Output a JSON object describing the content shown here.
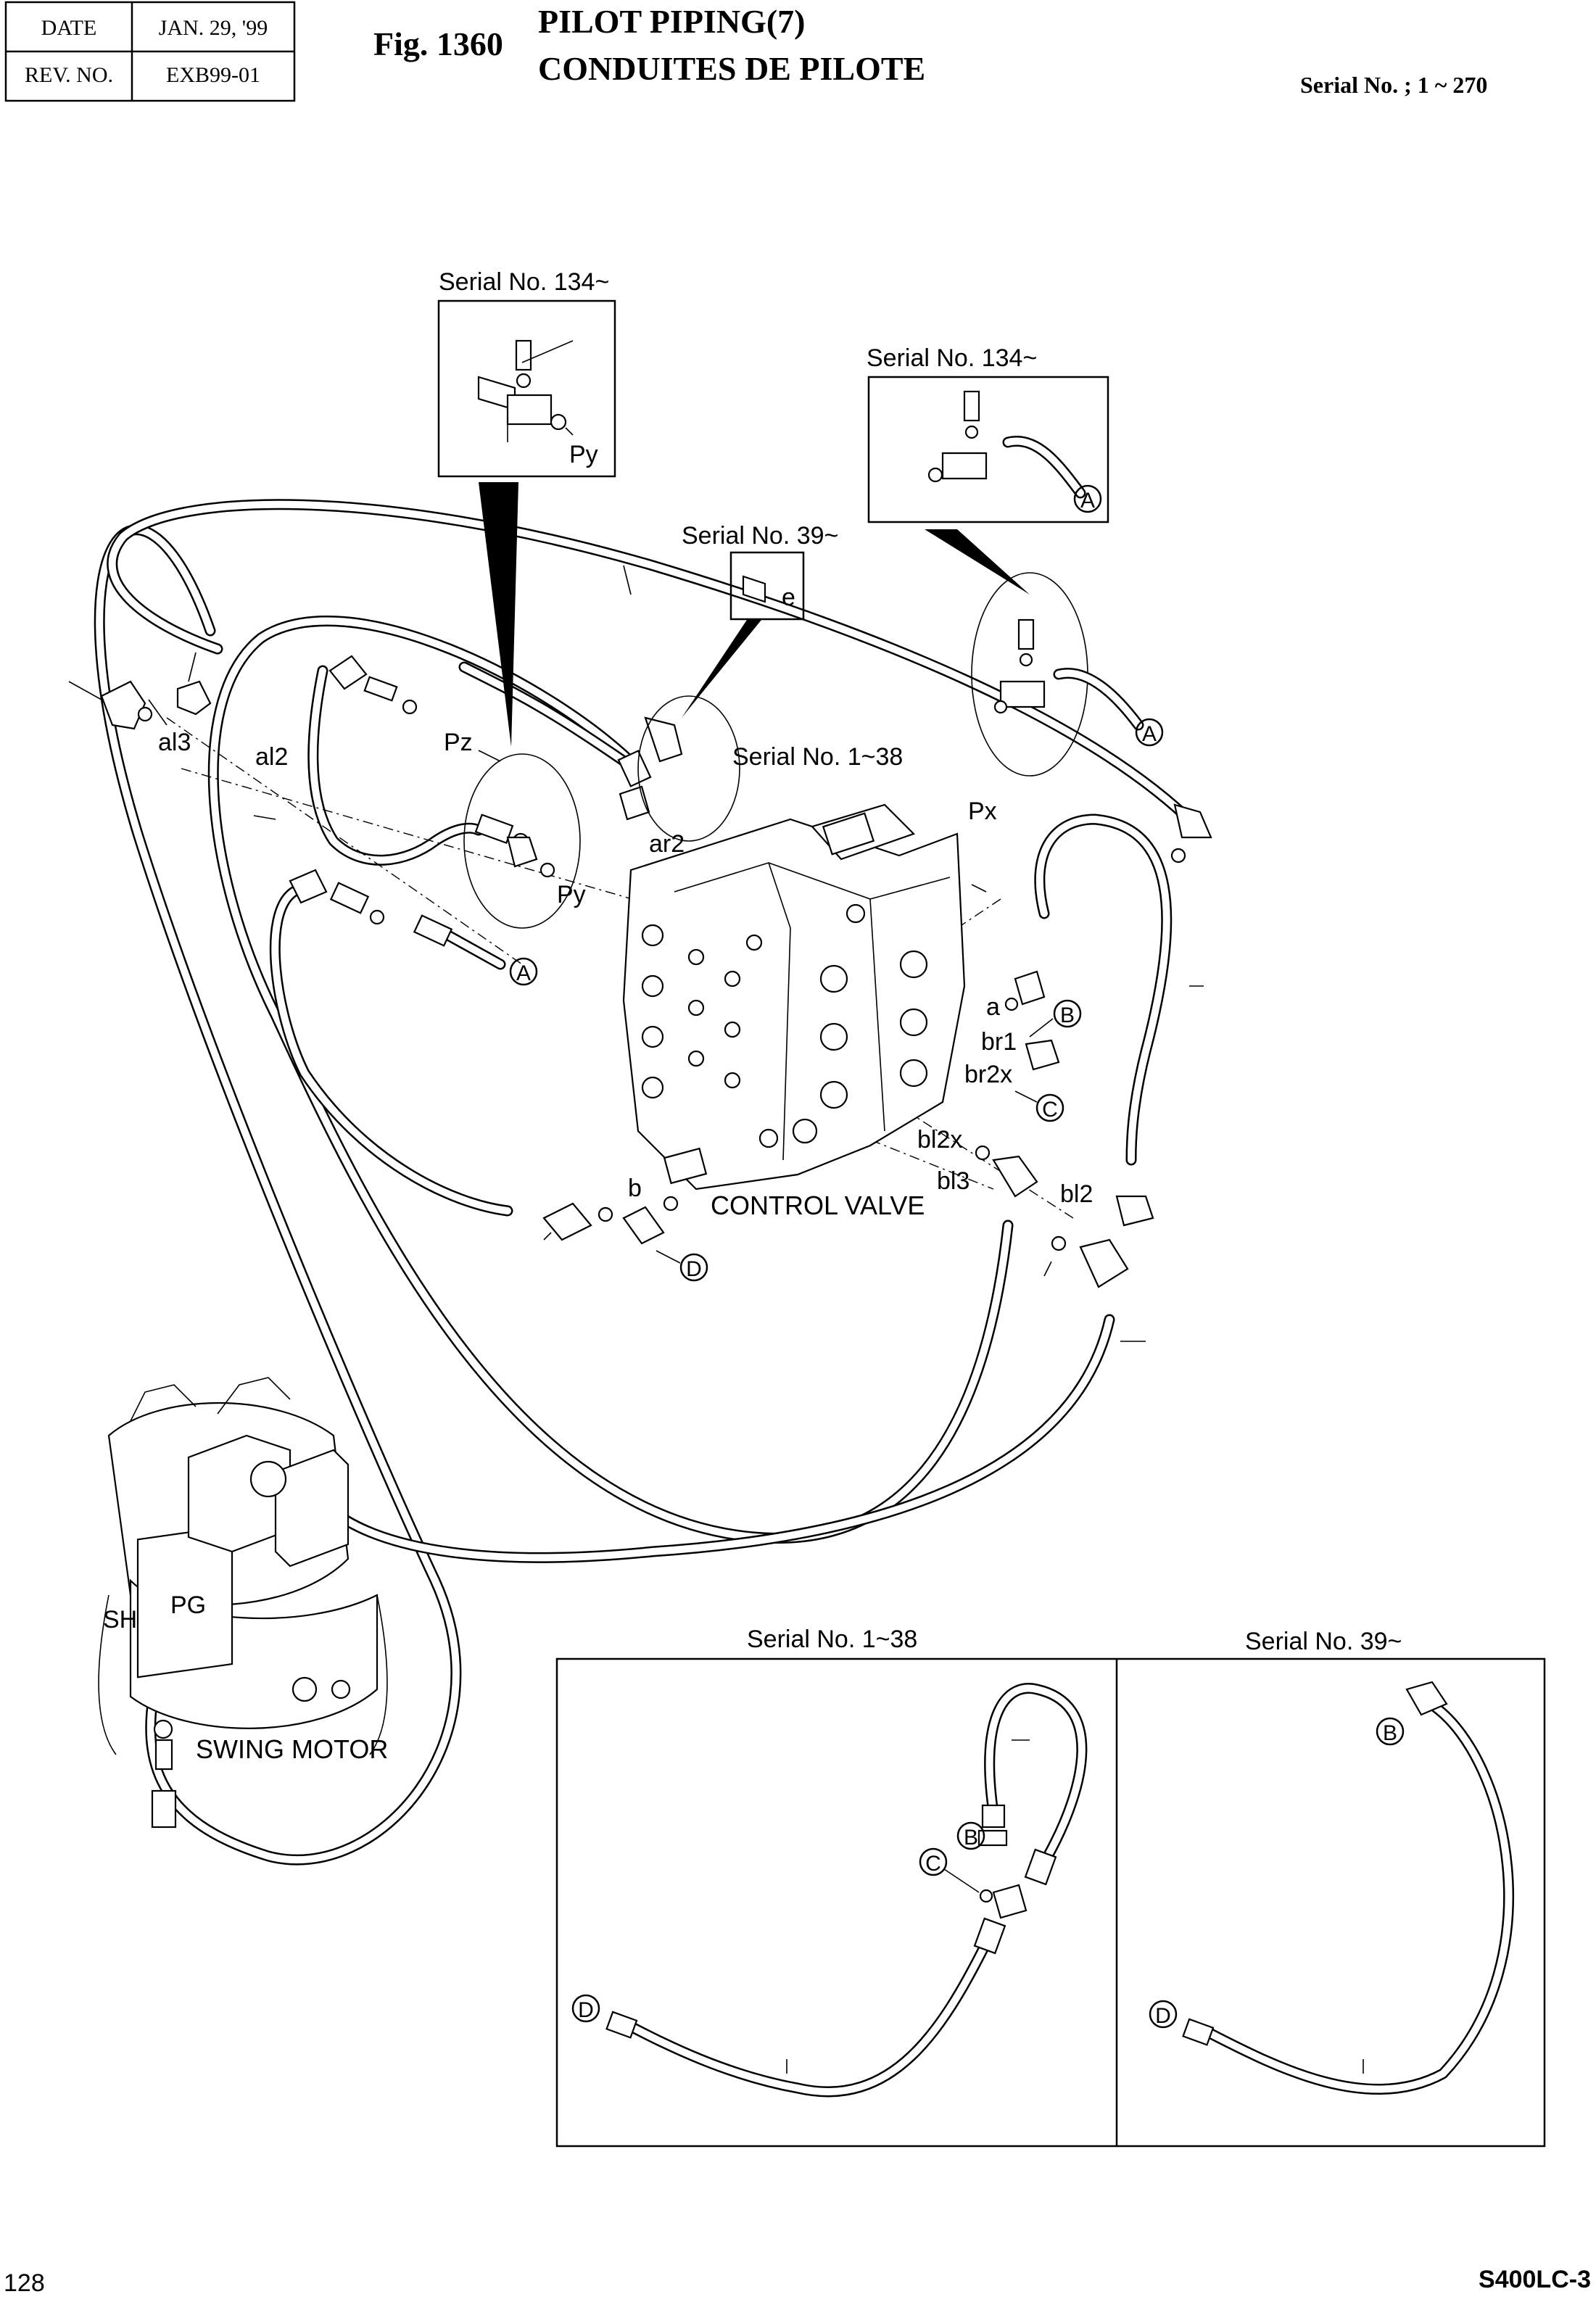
{
  "header": {
    "date_label": "DATE",
    "date_value": "JAN. 29, '99",
    "rev_label": "REV. NO.",
    "rev_value": "EXB99-01",
    "fig_number": "Fig. 1360",
    "title_en": "PILOT PIPING(7)",
    "title_fr": "CONDUITES DE PILOTE",
    "serial_range": "Serial No. ; 1 ~ 270"
  },
  "callouts": {
    "insert_py": "Serial No. 134~",
    "insert_a": "Serial No. 134~",
    "insert_e": "Serial No. 39~",
    "detail_1_38": "Serial No. 1~38"
  },
  "labels": {
    "py_insert": "Py",
    "e": "e",
    "al3": "al3",
    "al2": "al2",
    "pz": "Pz",
    "ar2": "ar2",
    "py": "Py",
    "px": "Px",
    "a": "a",
    "br1": "br1",
    "br2x": "br2x",
    "bl2x": "bl2x",
    "bl3": "bl3",
    "bl2": "bl2",
    "b": "b",
    "control_valve": "CONTROL VALVE",
    "sh": "SH",
    "pg": "PG",
    "swing_motor": "SWING MOTOR"
  },
  "circled": {
    "A": "A",
    "B": "B",
    "C": "C",
    "D": "D"
  },
  "bottom_panels": {
    "left_title": "Serial No. 1~38",
    "right_title": "Serial No. 39~"
  },
  "footer": {
    "page_number": "128",
    "model": "S400LC-3"
  }
}
